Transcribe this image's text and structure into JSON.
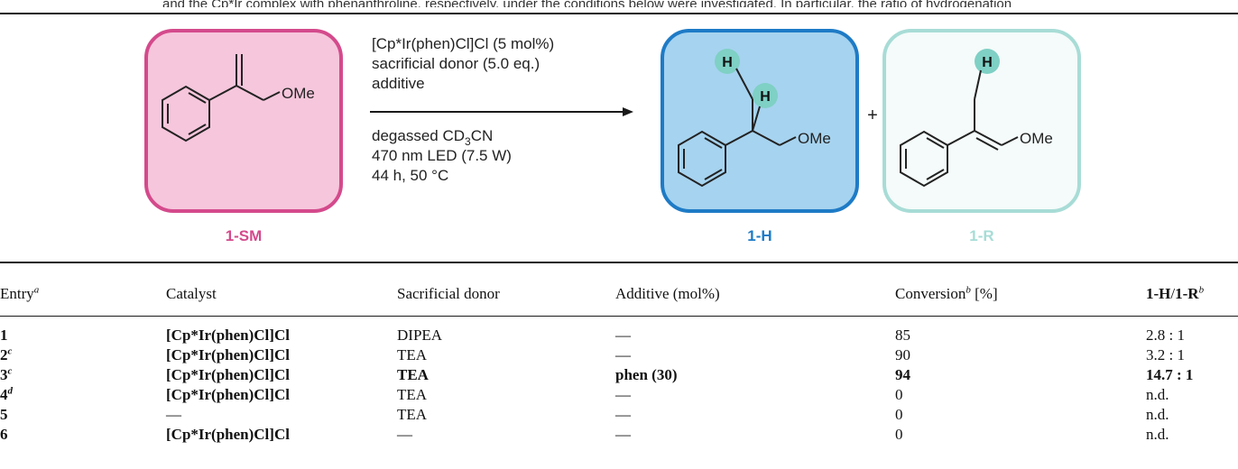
{
  "top_clip_text": "and the Cp*Ir complex with phenanthroline, respectively, under the conditions below were investigated. In particular, the ratio of hydrogenation",
  "scheme": {
    "conditions_line1": "[Cp*Ir(phen)Cl]Cl (5 mol%)",
    "conditions_line2": "sacrificial donor (5.0 eq.)",
    "conditions_line3": "additive",
    "conditions_line4_prefix": "degassed CD",
    "conditions_line4_sub": "3",
    "conditions_line4_suffix": "CN",
    "conditions_line5": "470 nm LED (7.5 W)",
    "conditions_line6": "44 h, 50 °C",
    "ome_label": "OMe",
    "h_label": "H",
    "plus": "+",
    "sm_label": "1-SM",
    "h_product_label": "1-H",
    "r_product_label": "1-R",
    "colors": {
      "sm_border": "#d44a8c",
      "sm_fill": "#f6c6dc",
      "h_border": "#1e7bc6",
      "h_fill": "#a6d3ef",
      "r_border": "#a8dcd6",
      "r_fill": "#f4fbfa",
      "h_bubble": "#7fd0c5"
    }
  },
  "table": {
    "headers": {
      "entry": "Entry",
      "entry_sup": "a",
      "catalyst": "Catalyst",
      "donor": "Sacrificial donor",
      "additive": "Additive (mol%)",
      "conversion": "Conversion",
      "conversion_sup": "b",
      "conversion_unit": " [%]",
      "ratio_h": "1-H",
      "ratio_sep": "/",
      "ratio_r": "1-R",
      "ratio_sup": "b"
    },
    "rows": [
      {
        "entry": "1",
        "sup": "",
        "catalyst": "[Cp*Ir(phen)Cl]Cl",
        "donor": "DIPEA",
        "additive": "—",
        "conversion": "85",
        "ratio": "2.8 : 1",
        "bold": false
      },
      {
        "entry": "2",
        "sup": "c",
        "catalyst": "[Cp*Ir(phen)Cl]Cl",
        "donor": "TEA",
        "additive": "—",
        "conversion": "90",
        "ratio": "3.2 : 1",
        "bold": false
      },
      {
        "entry": "3",
        "sup": "c",
        "catalyst": "[Cp*Ir(phen)Cl]Cl",
        "donor": "TEA",
        "additive": "phen (30)",
        "conversion": "94",
        "ratio": "14.7 : 1",
        "bold": true
      },
      {
        "entry": "4",
        "sup": "d",
        "catalyst": "[Cp*Ir(phen)Cl]Cl",
        "donor": "TEA",
        "additive": "—",
        "conversion": "0",
        "ratio": "n.d.",
        "bold": false
      },
      {
        "entry": "5",
        "sup": "",
        "catalyst": "—",
        "donor": "TEA",
        "additive": "—",
        "conversion": "0",
        "ratio": "n.d.",
        "bold": false
      },
      {
        "entry": "6",
        "sup": "",
        "catalyst": "[Cp*Ir(phen)Cl]Cl",
        "donor": "—",
        "additive": "—",
        "conversion": "0",
        "ratio": "n.d.",
        "bold": false
      }
    ]
  }
}
